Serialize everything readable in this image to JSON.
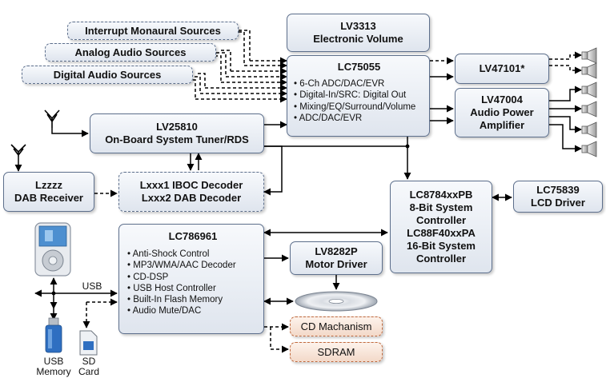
{
  "blocks": {
    "interrupt": "Interrupt Monaural Sources",
    "analog": "Analog Audio Sources",
    "digital": "Digital Audio Sources",
    "lv3313": [
      "LV3313",
      "Electronic Volume"
    ],
    "lc75055": {
      "title": "LC75055",
      "items": [
        "6-Ch ADC/DAC/EVR",
        "Digital-In/SRC: Digital Out",
        "Mixing/EQ/Surround/Volume",
        "ADC/DAC/EVR"
      ]
    },
    "lv47101": "LV47101*",
    "lv47004": [
      "LV47004",
      "Audio Power",
      "Amplifier"
    ],
    "lv25810": [
      "LV25810",
      "On-Board System Tuner/RDS"
    ],
    "dab_receiver": [
      "Lzzzz",
      "DAB Receiver"
    ],
    "decoder": [
      "Lxxx1 IBOC Decoder",
      "Lxxx2 DAB Decoder"
    ],
    "lc8784": [
      "LC8784xxPB",
      "8-Bit System",
      "Controller",
      "LC88F40xxPA",
      "16-Bit System",
      "Controller"
    ],
    "lc75839": [
      "LC75839",
      "LCD Driver"
    ],
    "lc786961": {
      "title": "LC786961",
      "items": [
        "Anti-Shock Control",
        "MP3/WMA/AAC Decoder",
        "CD-DSP",
        "USB Host Controller",
        "Built-In Flash Memory",
        "Audio Mute/DAC"
      ]
    },
    "lv8282p": [
      "LV8282P",
      "Motor Driver"
    ],
    "cd_mechanism": "CD Machanism",
    "sdram": "SDRAM"
  },
  "labels": {
    "usb": "USB",
    "usb_memory": [
      "USB",
      "Memory"
    ],
    "sd_card": [
      "SD",
      "Card"
    ]
  },
  "colors": {
    "box_border": "#5d6f8c",
    "box_fill_top": "#f7f9fc",
    "box_fill_bottom": "#dfe5ee",
    "orange_border": "#c06a3e",
    "orange_fill": "#f3d9c9",
    "usb_stick": "#2f6fc1",
    "wire": "#000000"
  },
  "icons": [
    "antenna-icon",
    "speaker-icon",
    "portable-player-icon",
    "usb-stick-icon",
    "sd-card-icon",
    "cd-disc-icon"
  ]
}
